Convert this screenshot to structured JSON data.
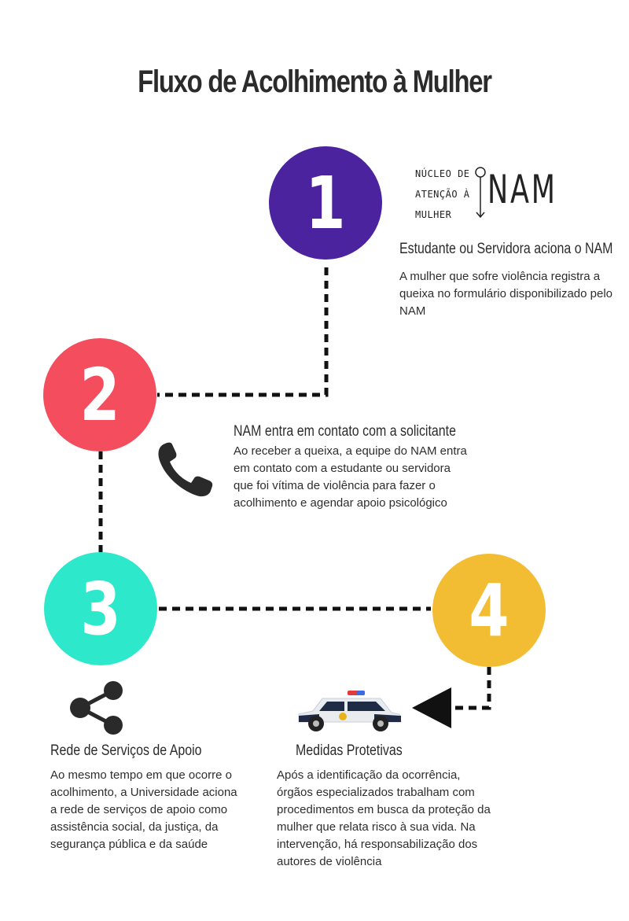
{
  "title": "Fluxo de Acolhimento à Mulher",
  "logo": {
    "line1": "NÚCLEO DE",
    "line2": "ATENÇÃO À",
    "line3": "MULHER",
    "brand": "NAM"
  },
  "steps": [
    {
      "number": "1",
      "color": "#4b239e",
      "heading": "Estudante ou Servidora aciona  o NAM",
      "body": "A mulher que sofre violência registra a queixa no formulário disponibilizado pelo NAM"
    },
    {
      "number": "2",
      "color": "#f34d5e",
      "heading": "NAM entra em contato com a solicitante",
      "body": "Ao receber a queixa, a equipe do NAM entra em contato com a estudante ou servidora que foi vítima de violência para fazer o acolhimento e agendar apoio psicológico"
    },
    {
      "number": "3",
      "color": "#2ee8cc",
      "heading": "Rede de Serviços de Apoio",
      "body": "Ao mesmo tempo em que ocorre o acolhimento, a Universidade aciona a rede de serviços de apoio como assistência social, da justiça, da segurança pública e da saúde"
    },
    {
      "number": "4",
      "color": "#f3bd33",
      "heading": "Medidas Protetivas",
      "body": "Após a identificação da ocorrência, órgãos especializados trabalham com procedimentos em busca da proteção da mulher que relata risco à sua vida. Na intervenção, há responsabilização dos autores de violência"
    }
  ],
  "icons": {
    "step2": "phone-icon",
    "step3": "share-icon",
    "step4": "police-car-icon"
  },
  "connector_color": "#111111"
}
